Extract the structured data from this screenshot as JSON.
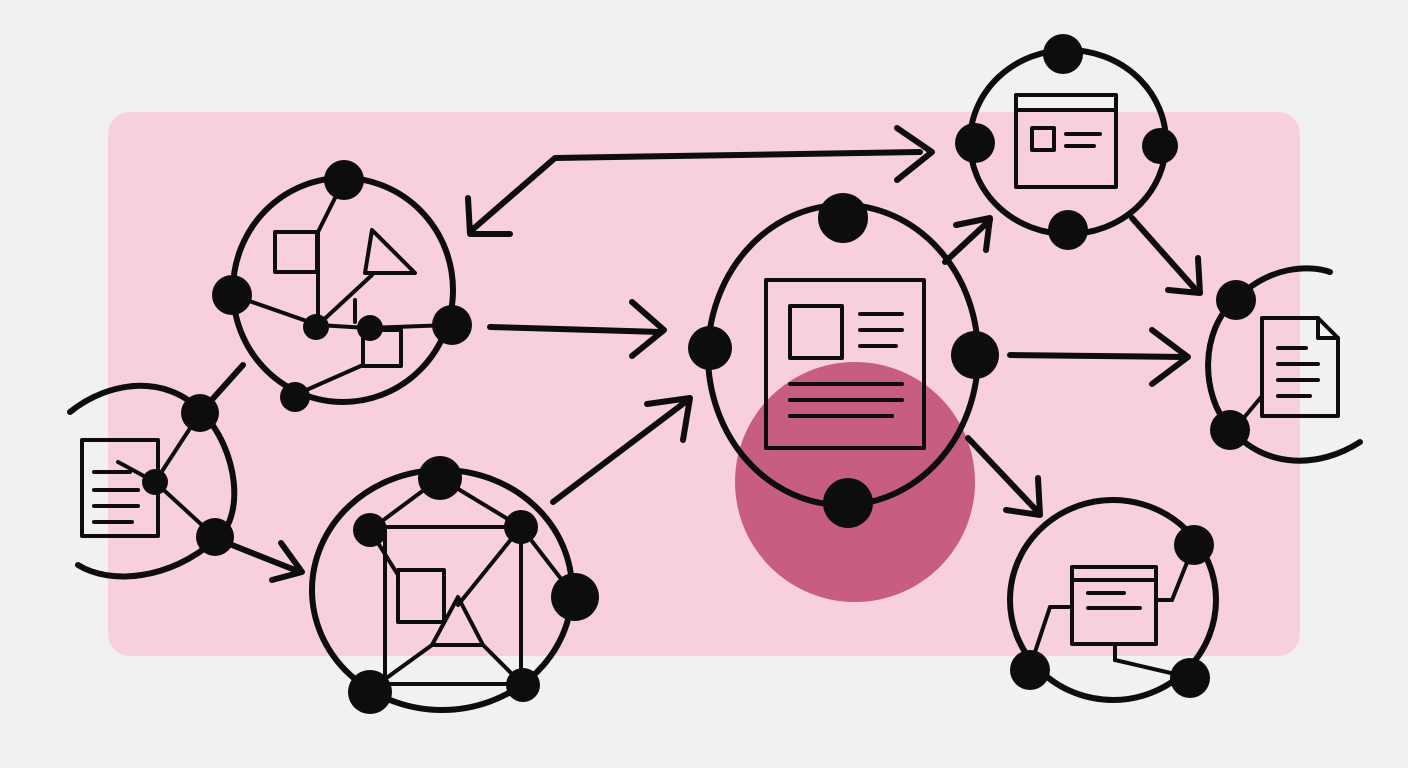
{
  "diagram": {
    "background_color": "#f1f1f1",
    "panel_color": "#f8cfdd",
    "highlight_color": "#c85d84",
    "ink_color": "#0d0d0d",
    "nodes": [
      {
        "id": "left-document-node",
        "icon": "document-icon"
      },
      {
        "id": "shapes-network-node",
        "icon": "shapes-graph-icon"
      },
      {
        "id": "lower-shapes-network-node",
        "icon": "shapes-graph-icon"
      },
      {
        "id": "central-document-node",
        "icon": "document-layout-icon",
        "highlighted": true
      },
      {
        "id": "top-right-window-node",
        "icon": "window-icon"
      },
      {
        "id": "right-page-node",
        "icon": "page-icon"
      },
      {
        "id": "bottom-right-window-node",
        "icon": "window-icon"
      }
    ],
    "edges": [
      {
        "from": "left-document-node",
        "to": "shapes-network-node"
      },
      {
        "from": "left-document-node",
        "to": "lower-shapes-network-node"
      },
      {
        "from": "shapes-network-node",
        "to": "central-document-node"
      },
      {
        "from": "lower-shapes-network-node",
        "to": "central-document-node"
      },
      {
        "from": "top-right-window-node",
        "to": "shapes-network-node",
        "bidirectional": true
      },
      {
        "from": "central-document-node",
        "to": "top-right-window-node"
      },
      {
        "from": "central-document-node",
        "to": "right-page-node"
      },
      {
        "from": "central-document-node",
        "to": "bottom-right-window-node"
      },
      {
        "from": "top-right-window-node",
        "to": "right-page-node"
      }
    ]
  }
}
